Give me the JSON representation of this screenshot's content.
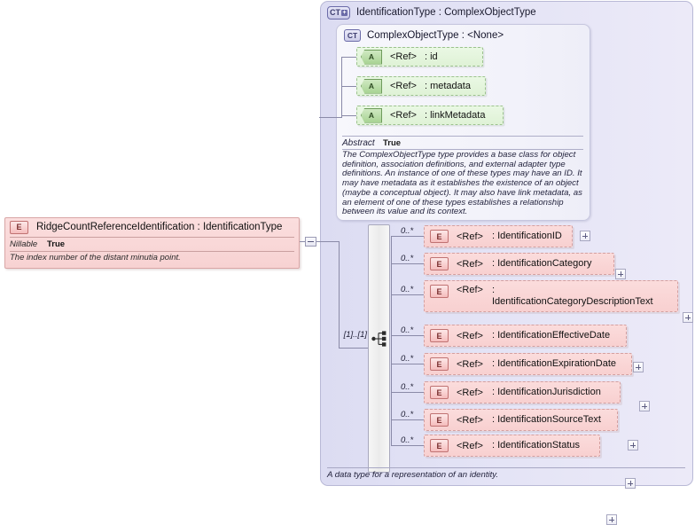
{
  "diagram": {
    "kind": "xsd-schema-diagram",
    "colors": {
      "panel_bg": "#e2e2f5",
      "element_pink": "#f8d0d0",
      "attribute_green": "#dff2d6",
      "connector": "#8a8aa8",
      "border_violet": "#b9b9d6"
    }
  },
  "complex_type_panel": {
    "icon": "CT",
    "icon_expand": "+",
    "title": "IdentificationType : ComplexObjectType",
    "documentation": "A data type for a representation of an identity."
  },
  "base_type_box": {
    "icon": "CT",
    "title": "ComplexObjectType : <None>",
    "attributes": [
      {
        "icon": "A",
        "ref": "<Ref>",
        "name": ": id"
      },
      {
        "icon": "A",
        "ref": "<Ref>",
        "name": ": metadata"
      },
      {
        "icon": "A",
        "ref": "<Ref>",
        "name": ": linkMetadata"
      }
    ],
    "abstract_label": "Abstract",
    "abstract_value": "True",
    "documentation": "The ComplexObjectType type provides a base class for object definition, association definitions, and external adapter type definitions. An instance of one of these types may have an ID. It may have metadata as it establishes the existence of an object (maybe a conceptual object). It may also have link metadata, as an element of one of these types establishes a relationship between its value and its context."
  },
  "root_element": {
    "icon": "E",
    "title": "RidgeCountReferenceIdentification : IdentificationType",
    "nillable_label": "Nillable",
    "nillable_value": "True",
    "documentation": "The index number of the distant minutia point.",
    "collapse_control": "-"
  },
  "sequence": {
    "occurrence": "[1]..[1]",
    "compositor": "sequence"
  },
  "child_elements": [
    {
      "occurs": "0..*",
      "icon": "E",
      "ref": "<Ref>",
      "name": ": IdentificationID",
      "expand": "+"
    },
    {
      "occurs": "0..*",
      "icon": "E",
      "ref": "<Ref>",
      "name": ": IdentificationCategory",
      "expand": "+"
    },
    {
      "occurs": "0..*",
      "icon": "E",
      "ref": "<Ref>",
      "name": ": IdentificationCategoryDescriptionText",
      "expand": "+"
    },
    {
      "occurs": "0..*",
      "icon": "E",
      "ref": "<Ref>",
      "name": ": IdentificationEffectiveDate",
      "expand": "+"
    },
    {
      "occurs": "0..*",
      "icon": "E",
      "ref": "<Ref>",
      "name": ": IdentificationExpirationDate",
      "expand": "+"
    },
    {
      "occurs": "0..*",
      "icon": "E",
      "ref": "<Ref>",
      "name": ": IdentificationJurisdiction",
      "expand": "+"
    },
    {
      "occurs": "0..*",
      "icon": "E",
      "ref": "<Ref>",
      "name": ": IdentificationSourceText",
      "expand": "+"
    },
    {
      "occurs": "0..*",
      "icon": "E",
      "ref": "<Ref>",
      "name": ": IdentificationStatus",
      "expand": "+"
    }
  ]
}
